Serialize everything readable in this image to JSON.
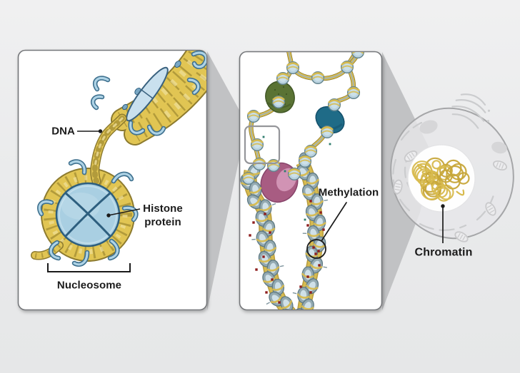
{
  "figure": {
    "panel_nucleosome": {
      "dna_label": "DNA",
      "histone_label_line1": "Histone",
      "histone_label_line2": "protein",
      "nucleosome_label": "Nucleosome"
    },
    "panel_beads": {
      "methylation_label": "Methylation"
    },
    "cell": {
      "chromatin_label": "Chromatin"
    }
  },
  "colors": {
    "background": "#e9eaeb",
    "wedge_gray": "#c1c2c4",
    "panel_border": "#75777a",
    "dna_yellow": "#e1c553",
    "dna_outline": "#8d7b2f",
    "histone_blue": "#a9cfe2",
    "histone_outline": "#2e5f7f",
    "bead_blue": "#b9d2df",
    "fiber_gray_blue": "#93a9b1",
    "green_protein": "#5a7334",
    "teal_protein": "#1f6b87",
    "pink_protein": "#a85c82",
    "methylation_red": "#8e1e1e",
    "label_text": "#1b1b1b"
  }
}
